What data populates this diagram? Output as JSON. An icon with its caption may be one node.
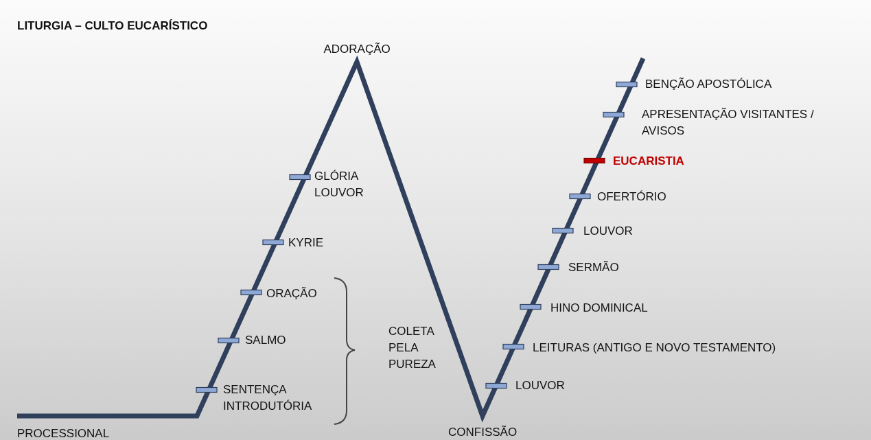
{
  "diagram": {
    "title": "LITURGIA – CULTO EUCARÍSTICO",
    "labels": [
      "ADORAÇÃO",
      "BENÇÃO APOSTÓLICA",
      "APRESENTAÇÃO VISITANTES / AVISOS",
      "EUCARISTIA",
      "GLÓRIA LOUVOR",
      "OFERTÓRIO",
      "LOUVOR",
      "KYRIE",
      "SERMÃO",
      "ORAÇÃO",
      "HINO DOMINICAL",
      "COLETA PELA PUREZA",
      "SALMO",
      "LEITURAS (ANTIGO E NOVO TESTAMENTO)",
      "LOUVOR",
      "SENTENÇA INTRODUTÓRIA",
      "PROCESSIONAL",
      "CONFISSÃO"
    ]
  }
}
